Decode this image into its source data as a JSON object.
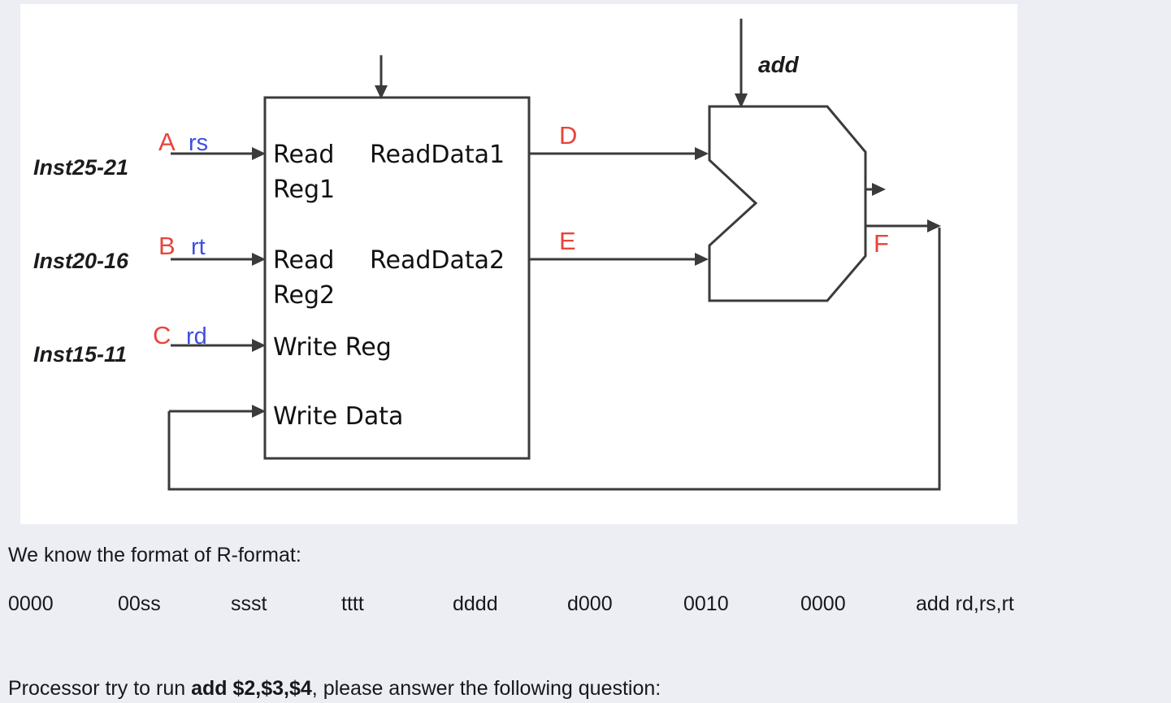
{
  "figure": {
    "register_file": {
      "inputs": [
        {
          "label": "Read",
          "label2": "Reg1"
        },
        {
          "label": "Read",
          "label2": "Reg2"
        },
        {
          "label": "Write Reg"
        },
        {
          "label": "Write Data"
        }
      ],
      "outputs": [
        "ReadData1",
        "ReadData2"
      ],
      "port_read_reg1_line1": "Read",
      "port_read_reg1_line2": "Reg1",
      "port_read_reg2_line1": "Read",
      "port_read_reg2_line2": "Reg2",
      "port_write_reg": "Write Reg",
      "port_write_data": "Write Data",
      "port_read_data1": "ReadData1",
      "port_read_data2": "ReadData2"
    },
    "bus_labels": [
      {
        "name": "inst25_21",
        "text": "Inst25-21"
      },
      {
        "name": "inst20_16",
        "text": "Inst20-16"
      },
      {
        "name": "inst15_11",
        "text": "Inst15-11"
      }
    ],
    "inst25_21": "Inst25-21",
    "inst20_16": "Inst20-16",
    "inst15_11": "Inst15-11",
    "point_a": "A",
    "point_b": "B",
    "point_c": "C",
    "point_d": "D",
    "point_e": "E",
    "point_f": "F",
    "field_rs": "rs",
    "field_rt": "rt",
    "field_rd": "rd",
    "alu_control": "add",
    "colors": {
      "marker_red": "#e8443b",
      "field_blue": "#3d4fe0",
      "wire": "#3b3b3b",
      "panel_bg": "#ffffff",
      "page_bg": "#eceef3",
      "text": "#16181d"
    }
  },
  "body_text": {
    "rformat_intro": "We know the format of R-format:",
    "bit_fields": [
      "0000",
      "00ss",
      "ssst",
      "tttt",
      "dddd",
      "d000",
      "0010",
      "0000"
    ],
    "instruction_mnemonic": "add rd,rs,rt",
    "question_prefix": "Processor try to run ",
    "question_instruction": "add $2,$3,$4",
    "question_suffix": ", please answer the following question:"
  }
}
